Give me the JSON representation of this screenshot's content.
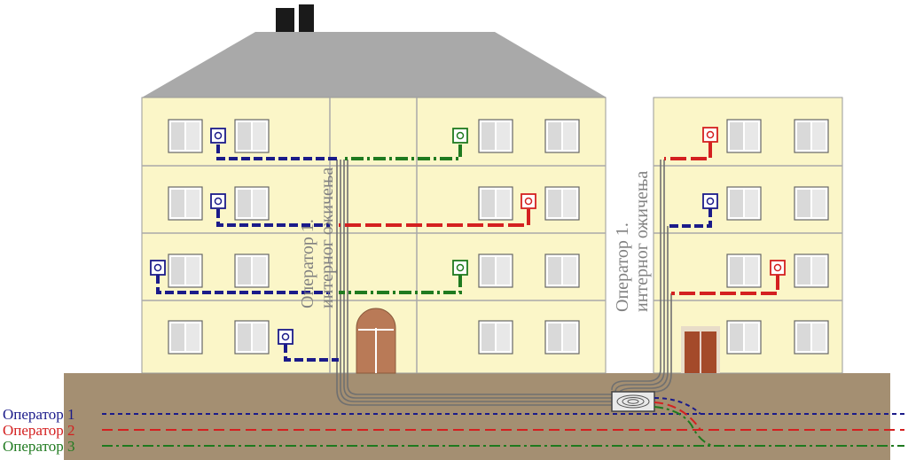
{
  "legend": [
    {
      "label": "Оператор 1",
      "color": "#1b1b8a",
      "dash": "dashed"
    },
    {
      "label": "Оператор 2",
      "color": "#d42020",
      "dash": "long-dashed"
    },
    {
      "label": "Оператор 3",
      "color": "#1f7a1f",
      "dash": "dash-dot"
    }
  ],
  "riser_labels": {
    "left_line1": "Оператор 1.",
    "left_line2": "интерног ожичења",
    "right_line1": "Оператор 1.",
    "right_line2": "интерног ожичења"
  },
  "colors": {
    "wall": "#fbf6c8",
    "roof": "#a9a9a9",
    "ground": "#a48f72",
    "door": "#b97a57",
    "cable": "#707070",
    "outlet_op1": "#1b1b8a",
    "outlet_op2": "#d42020",
    "outlet_op3": "#1f7a1f"
  }
}
